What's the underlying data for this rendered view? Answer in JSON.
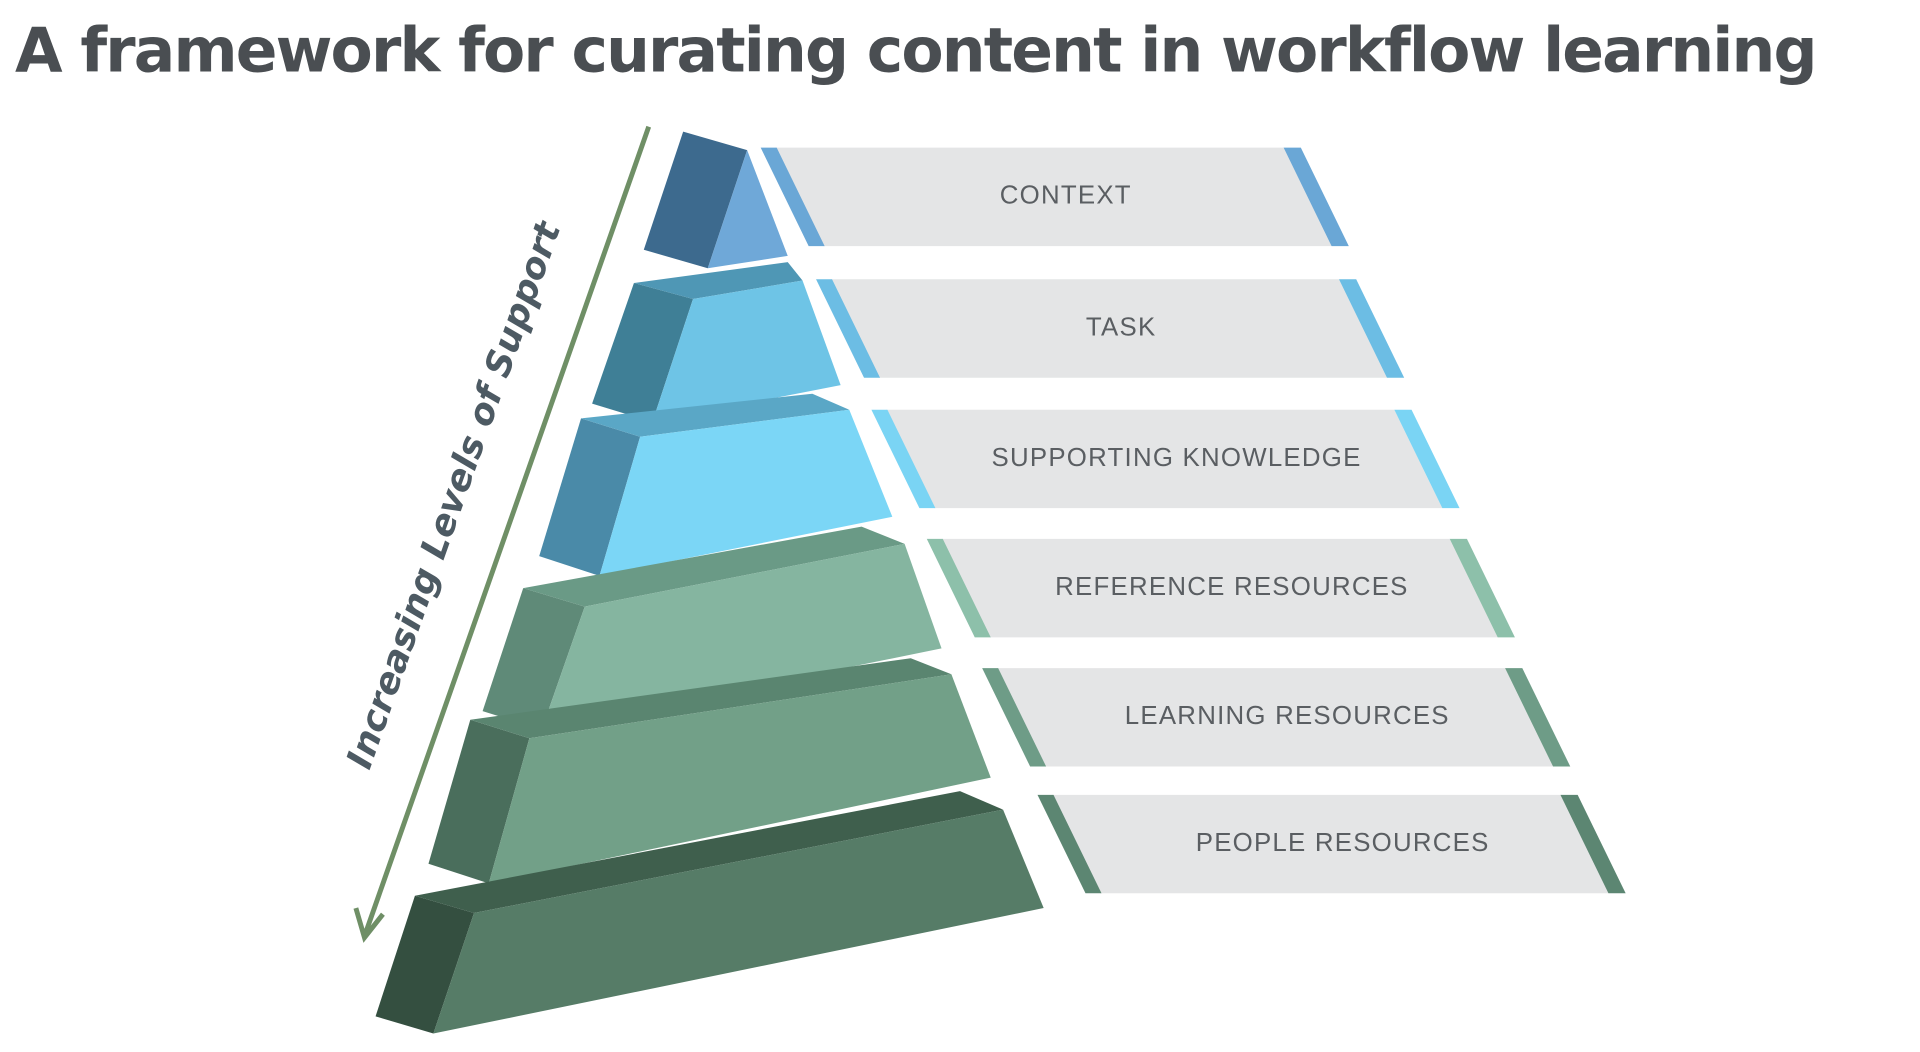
{
  "title": "A framework for curating content in workflow learning",
  "axis_label": "Increasing Levels of Support",
  "tiers": [
    {
      "label": "CONTEXT",
      "colors": {
        "side": "#3d6a8e",
        "top": "#3d6a8e",
        "front": "#6fa8d8",
        "stripe": "#6aa7d6"
      }
    },
    {
      "label": "TASK",
      "colors": {
        "side": "#3f7f96",
        "top": "#4f97b5",
        "front": "#6ec4e6",
        "stripe": "#6cbde4"
      }
    },
    {
      "label": "SUPPORTING KNOWLEDGE",
      "colors": {
        "side": "#4a8aa8",
        "top": "#5aa7c6",
        "front": "#7bd6f6",
        "stripe": "#7ad4f4"
      }
    },
    {
      "label": "REFERENCE RESOURCES",
      "colors": {
        "side": "#5f8a78",
        "top": "#6a9a86",
        "front": "#85b5a0",
        "stripe": "#8dc0aa"
      }
    },
    {
      "label": "LEARNING RESOURCES",
      "colors": {
        "side": "#4a6e5c",
        "top": "#5a8570",
        "front": "#72a088",
        "stripe": "#6e9c87"
      }
    },
    {
      "label": "PEOPLE RESOURCES",
      "colors": {
        "side": "#344f40",
        "top": "#3f5f4d",
        "front": "#567c67",
        "stripe": "#5c8672"
      }
    }
  ],
  "arrow_color": "#6f8f66",
  "band_color": "#e4e5e6"
}
